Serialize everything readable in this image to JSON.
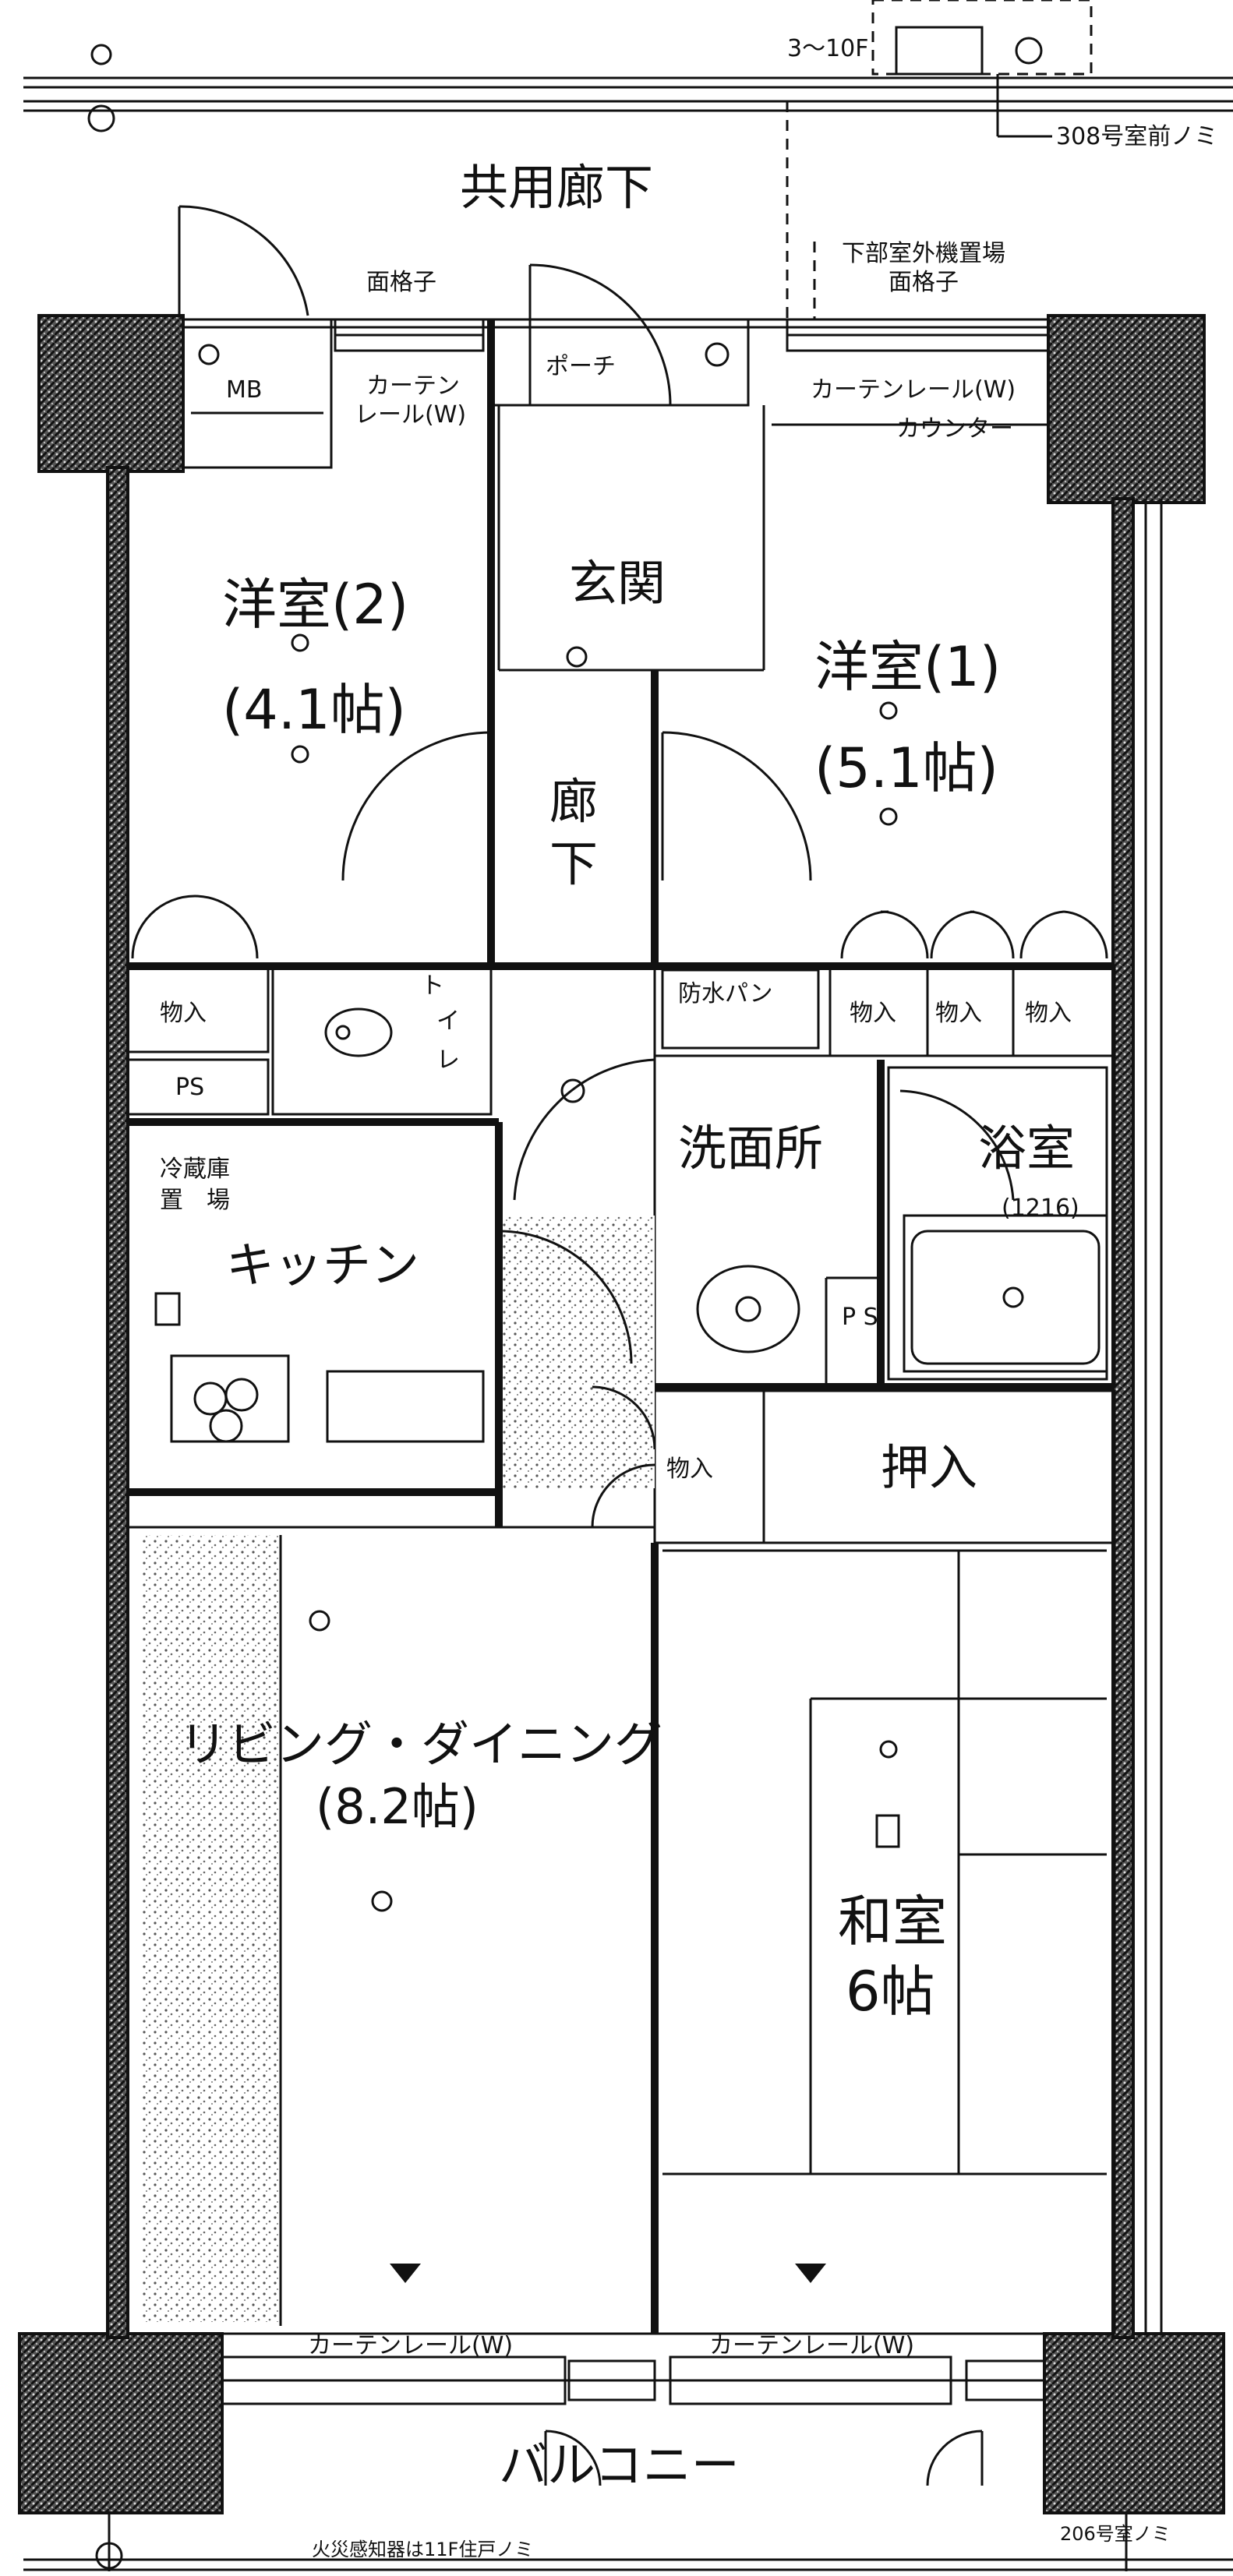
{
  "labels": {
    "top_floor_note": "3～10F",
    "top_room_note": "308号室前ノミ",
    "common_corridor": "共用廊下",
    "outdoor_unit": "下部室外機置場",
    "lattice_left": "面格子",
    "lattice_right": "面格子",
    "curtain_left_1": "カーテン",
    "curtain_left_2": "レール(W)",
    "curtain_right": "カーテンレール(W)",
    "counter": "カウンター",
    "porch": "ポーチ",
    "mb": "MB",
    "entrance": "玄関",
    "western2_name": "洋室(2)",
    "western2_size": "(4.1帖)",
    "western1_name": "洋室(1)",
    "western1_size": "(5.1帖)",
    "hall_1": "廊",
    "hall_2": "下",
    "storage_left": "物入",
    "storage_r1": "物入",
    "storage_r2": "物入",
    "storage_r3": "物入",
    "storage_mid": "物入",
    "ps_left": "PS",
    "ps_bath": "P S",
    "toilet_1": "ト",
    "toilet_2": "イ",
    "toilet_3": "レ",
    "waterproof_pan": "防水パン",
    "washroom": "洗面所",
    "bath": "浴室",
    "bath_size": "(1216)",
    "fridge_1": "冷蔵庫",
    "fridge_2": "置　場",
    "kitchen": "キッチン",
    "closet": "押入",
    "living": "リビング・ダイニング",
    "living_size": "(8.2帖)",
    "japanese_name": "和室",
    "japanese_size": "6帖",
    "curtain_bottom_left": "カーテンレール(W)",
    "curtain_bottom_right": "カーテンレール(W)",
    "balcony": "バルコニー",
    "fire_note": "火災感知器は11F住戸ノミ",
    "bottom_room_note": "206号室ノミ"
  }
}
